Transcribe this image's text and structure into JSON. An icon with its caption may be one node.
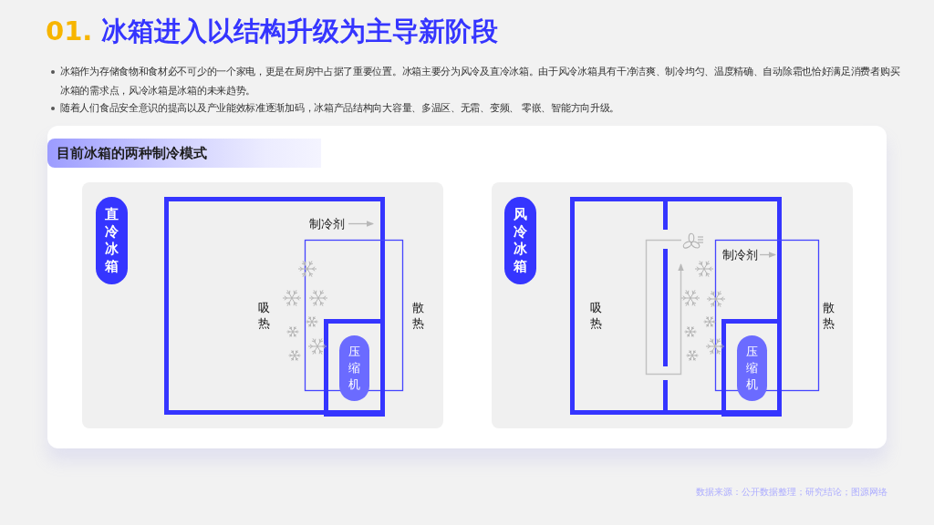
{
  "diagram": {
    "title": "01. 冰箱进入以结构升级为主导新阶段",
    "nodes": [
      {
        "text": [
          "目前冰箱的两种制冷模式"
        ]
      },
      {
        "text": [
          "直冷冰箱"
        ]
      },
      {
        "text": [
          "压缩机"
        ]
      },
      {
        "text": [
          "风冷冰箱"
        ]
      },
      {
        "text": [
          "压缩机"
        ]
      }
    ],
    "labels": [
      "冰箱作为存储食物和食材必不可少的一个家电，更是在厨房中占据了重要位置。冰箱主要分为风冷及直冷冰箱。由于风冷冰箱具有干净洁爽、制冷均匀、温度精确、自动除霜也恰好满足消费者购买冰箱的需求点，风冷冰箱是冰箱的未来趋势。",
      "随着人们食品安全意识的提高以及产业能效标准逐渐加码，冰箱产品结构向大容量、多温区、无霜、变频、 零嵌、智能方向升级。",
      "制冷剂",
      "吸热",
      "散热",
      "制冷剂",
      "吸热",
      "散热",
      "数据来源：公开数据整理；研究结论；图源网络"
    ]
  }
}
